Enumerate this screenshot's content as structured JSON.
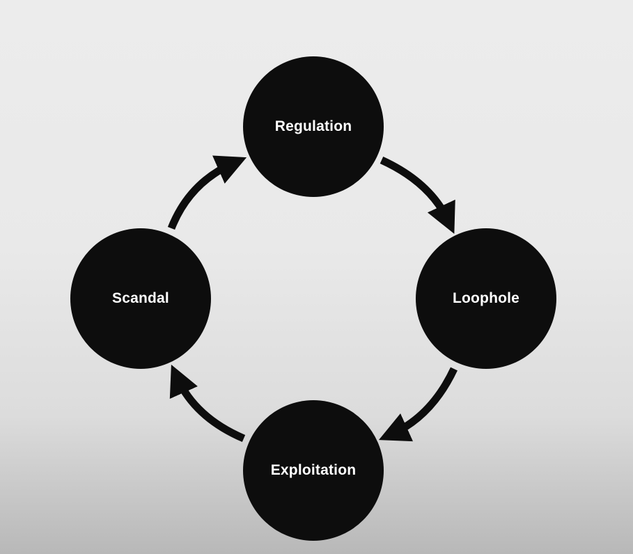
{
  "diagram": {
    "type": "cycle",
    "nodes": [
      {
        "id": "regulation",
        "label": "Regulation"
      },
      {
        "id": "loophole",
        "label": "Loophole"
      },
      {
        "id": "exploitation",
        "label": "Exploitation"
      },
      {
        "id": "scandal",
        "label": "Scandal"
      }
    ],
    "edges": [
      {
        "from": "regulation",
        "to": "loophole"
      },
      {
        "from": "loophole",
        "to": "exploitation"
      },
      {
        "from": "exploitation",
        "to": "scandal"
      },
      {
        "from": "scandal",
        "to": "regulation"
      }
    ],
    "colors": {
      "node_fill": "#0d0d0d",
      "node_text": "#ffffff",
      "arrow": "#0d0d0d"
    }
  }
}
